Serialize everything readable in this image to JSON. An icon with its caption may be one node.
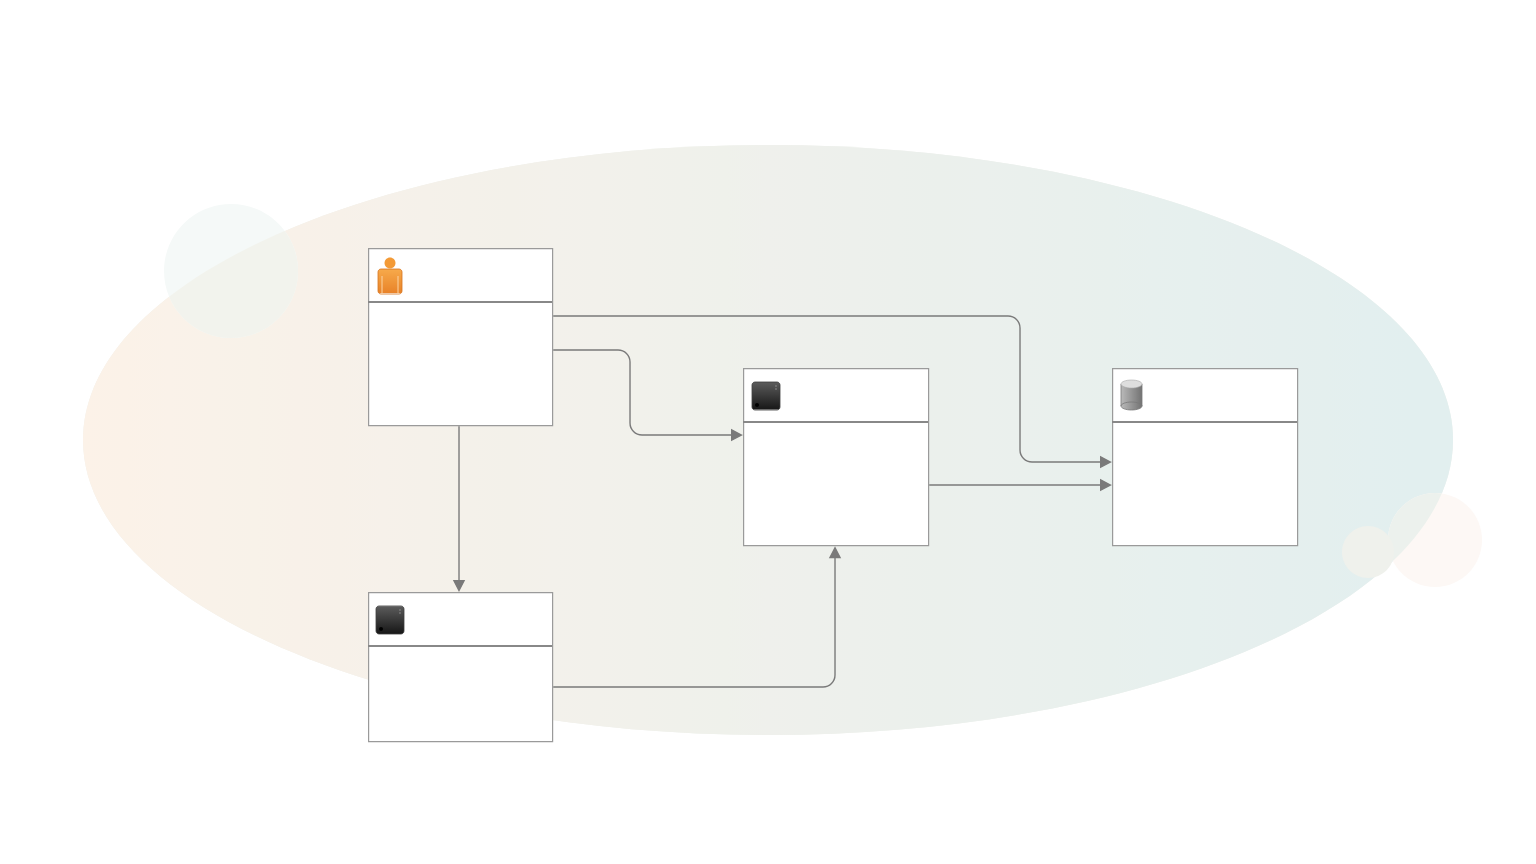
{
  "diagram": {
    "nodes": [
      {
        "text": [],
        "shape": "box"
      },
      {
        "text": [],
        "shape": "box"
      },
      {
        "text": [],
        "shape": "box"
      },
      {
        "text": [],
        "shape": "box"
      }
    ],
    "edges": [
      {
        "from": 0,
        "to": 2,
        "arrow": "to"
      },
      {
        "from": 0,
        "to": 1,
        "arrow": "to"
      },
      {
        "from": 0,
        "to": 3,
        "arrow": "to"
      },
      {
        "from": 1,
        "to": 2,
        "arrow": "to"
      },
      {
        "from": 3,
        "to": 1,
        "arrow": "to"
      }
    ]
  }
}
